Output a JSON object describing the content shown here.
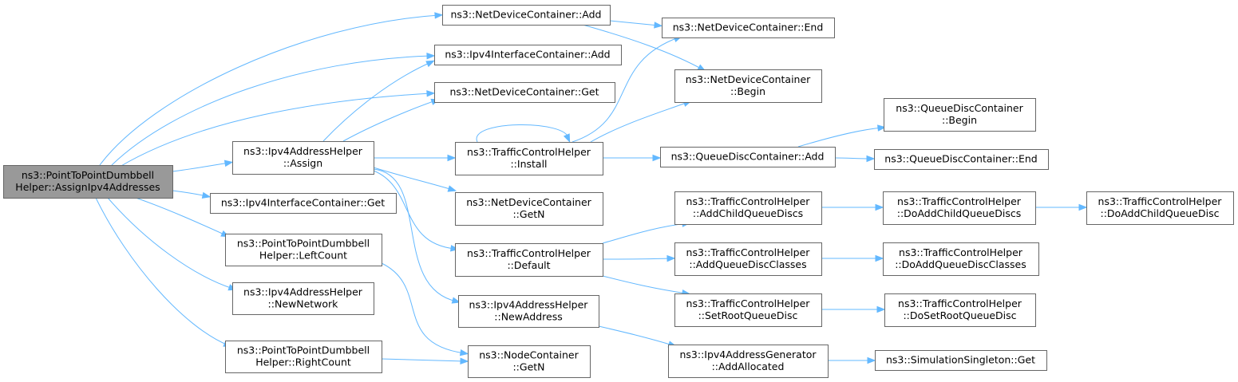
{
  "graph": {
    "nodes": [
      {
        "id": "root",
        "lines": [
          "ns3::PointToPointDumbbell",
          "Helper::AssignIpv4Addresses"
        ],
        "root": true
      },
      {
        "id": "ndc_add",
        "lines": [
          "ns3::NetDeviceContainer::Add"
        ]
      },
      {
        "id": "ipv4ic_add",
        "lines": [
          "ns3::Ipv4InterfaceContainer::Add"
        ]
      },
      {
        "id": "ndc_get",
        "lines": [
          "ns3::NetDeviceContainer::Get"
        ]
      },
      {
        "id": "ipv4ah_assign",
        "lines": [
          "ns3::Ipv4AddressHelper",
          "::Assign"
        ]
      },
      {
        "id": "ipv4ic_get",
        "lines": [
          "ns3::Ipv4InterfaceContainer::Get"
        ]
      },
      {
        "id": "p2p_left",
        "lines": [
          "ns3::PointToPointDumbbell",
          "Helper::LeftCount"
        ]
      },
      {
        "id": "ipv4ah_newnet",
        "lines": [
          "ns3::Ipv4AddressHelper",
          "::NewNetwork"
        ]
      },
      {
        "id": "p2p_right",
        "lines": [
          "ns3::PointToPointDumbbell",
          "Helper::RightCount"
        ]
      },
      {
        "id": "tch_install",
        "lines": [
          "ns3::TrafficControlHelper",
          "::Install"
        ]
      },
      {
        "id": "ndc_getn",
        "lines": [
          "ns3::NetDeviceContainer",
          "::GetN"
        ]
      },
      {
        "id": "tch_default",
        "lines": [
          "ns3::TrafficControlHelper",
          "::Default"
        ]
      },
      {
        "id": "ipv4ah_newaddr",
        "lines": [
          "ns3::Ipv4AddressHelper",
          "::NewAddress"
        ]
      },
      {
        "id": "nc_getn",
        "lines": [
          "ns3::NodeContainer",
          "::GetN"
        ]
      },
      {
        "id": "ndc_end",
        "lines": [
          "ns3::NetDeviceContainer::End"
        ]
      },
      {
        "id": "ndc_begin",
        "lines": [
          "ns3::NetDeviceContainer",
          "::Begin"
        ]
      },
      {
        "id": "qdc_add",
        "lines": [
          "ns3::QueueDiscContainer::Add"
        ]
      },
      {
        "id": "tch_addchild",
        "lines": [
          "ns3::TrafficControlHelper",
          "::AddChildQueueDiscs"
        ]
      },
      {
        "id": "tch_addclasses",
        "lines": [
          "ns3::TrafficControlHelper",
          "::AddQueueDiscClasses"
        ]
      },
      {
        "id": "tch_setroot",
        "lines": [
          "ns3::TrafficControlHelper",
          "::SetRootQueueDisc"
        ]
      },
      {
        "id": "ipv4ag_addalloc",
        "lines": [
          "ns3::Ipv4AddressGenerator",
          "::AddAllocated"
        ]
      },
      {
        "id": "qdc_begin",
        "lines": [
          "ns3::QueueDiscContainer",
          "::Begin"
        ]
      },
      {
        "id": "qdc_end",
        "lines": [
          "ns3::QueueDiscContainer::End"
        ]
      },
      {
        "id": "tch_doaddchildqds",
        "lines": [
          "ns3::TrafficControlHelper",
          "::DoAddChildQueueDiscs"
        ]
      },
      {
        "id": "tch_doaddclasses",
        "lines": [
          "ns3::TrafficControlHelper",
          "::DoAddQueueDiscClasses"
        ]
      },
      {
        "id": "tch_dosetroot",
        "lines": [
          "ns3::TrafficControlHelper",
          "::DoSetRootQueueDisc"
        ]
      },
      {
        "id": "ss_get",
        "lines": [
          "ns3::SimulationSingleton::Get"
        ]
      },
      {
        "id": "tch_doaddchildqd",
        "lines": [
          "ns3::TrafficControlHelper",
          "::DoAddChildQueueDisc"
        ]
      }
    ],
    "edges": [
      {
        "from": "root",
        "to": "ndc_add"
      },
      {
        "from": "root",
        "to": "ipv4ic_add"
      },
      {
        "from": "root",
        "to": "ndc_get"
      },
      {
        "from": "root",
        "to": "ipv4ah_assign"
      },
      {
        "from": "root",
        "to": "ipv4ic_get"
      },
      {
        "from": "root",
        "to": "p2p_left"
      },
      {
        "from": "root",
        "to": "ipv4ah_newnet"
      },
      {
        "from": "root",
        "to": "p2p_right"
      },
      {
        "from": "ndc_add",
        "to": "ndc_end"
      },
      {
        "from": "ndc_add",
        "to": "ndc_begin"
      },
      {
        "from": "ipv4ah_assign",
        "to": "ipv4ic_add"
      },
      {
        "from": "ipv4ah_assign",
        "to": "ndc_get"
      },
      {
        "from": "ipv4ah_assign",
        "to": "tch_install"
      },
      {
        "from": "ipv4ah_assign",
        "to": "ndc_getn"
      },
      {
        "from": "ipv4ah_assign",
        "to": "tch_default"
      },
      {
        "from": "ipv4ah_assign",
        "to": "ipv4ah_newaddr"
      },
      {
        "from": "p2p_left",
        "to": "nc_getn"
      },
      {
        "from": "p2p_right",
        "to": "nc_getn"
      },
      {
        "from": "tch_install",
        "to": "tch_install"
      },
      {
        "from": "tch_install",
        "to": "ndc_end"
      },
      {
        "from": "tch_install",
        "to": "ndc_begin"
      },
      {
        "from": "tch_install",
        "to": "qdc_add"
      },
      {
        "from": "tch_default",
        "to": "tch_addchild"
      },
      {
        "from": "tch_default",
        "to": "tch_addclasses"
      },
      {
        "from": "tch_default",
        "to": "tch_setroot"
      },
      {
        "from": "ipv4ah_newaddr",
        "to": "ipv4ag_addalloc"
      },
      {
        "from": "qdc_add",
        "to": "qdc_begin"
      },
      {
        "from": "qdc_add",
        "to": "qdc_end"
      },
      {
        "from": "tch_addchild",
        "to": "tch_doaddchildqds"
      },
      {
        "from": "tch_addclasses",
        "to": "tch_doaddclasses"
      },
      {
        "from": "tch_setroot",
        "to": "tch_dosetroot"
      },
      {
        "from": "ipv4ag_addalloc",
        "to": "ss_get"
      },
      {
        "from": "tch_doaddchildqds",
        "to": "tch_doaddchildqd"
      }
    ]
  }
}
